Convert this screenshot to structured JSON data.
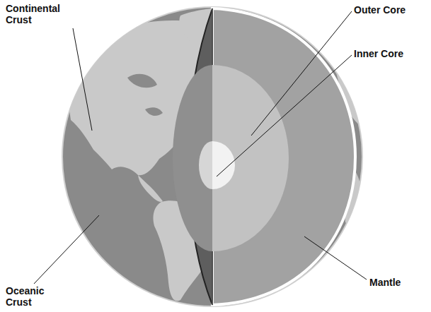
{
  "diagram": {
    "labels": [
      "Continental Crust",
      "Outer Core",
      "Inner Core",
      "Oceanic Crust",
      "Mantle"
    ]
  }
}
